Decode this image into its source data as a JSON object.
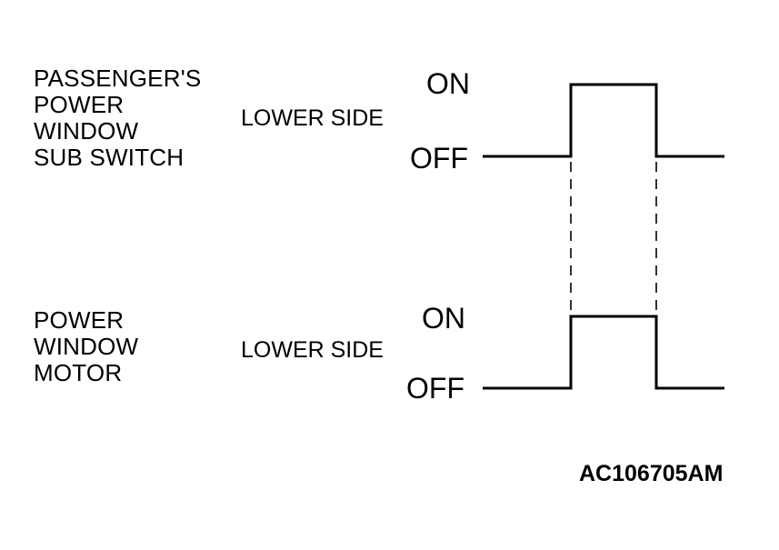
{
  "signals": [
    {
      "name_lines": [
        "PASSENGER'S",
        "POWER",
        "WINDOW",
        "SUB SWITCH"
      ],
      "side_label": "LOWER SIDE",
      "on_label": "ON",
      "off_label": "OFF"
    },
    {
      "name_lines": [
        "POWER",
        "WINDOW",
        "MOTOR"
      ],
      "side_label": "LOWER SIDE",
      "on_label": "ON",
      "off_label": "OFF"
    }
  ],
  "figure_code": "AC106705AM",
  "colors": {
    "line": "#000000",
    "background": "#ffffff"
  }
}
